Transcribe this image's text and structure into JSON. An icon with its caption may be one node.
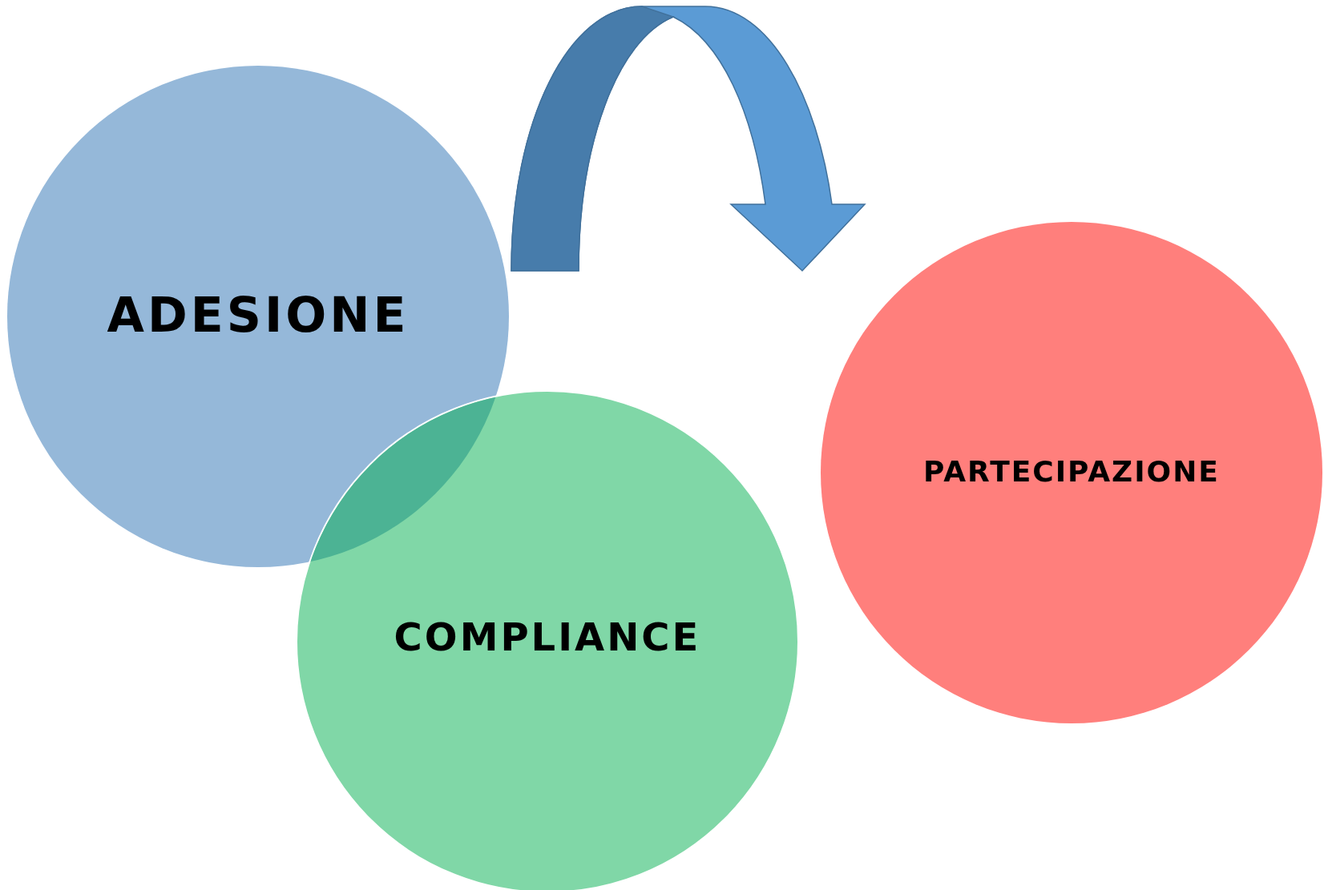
{
  "diagram": {
    "nodes": [
      {
        "text": [
          "ADESIONE"
        ]
      },
      {
        "text": [
          "COMPLIANCE"
        ]
      },
      {
        "text": [
          "PARTECIPAZIONE"
        ]
      }
    ],
    "edges": [
      {
        "from": 0,
        "to": 2,
        "arrow": "to"
      }
    ]
  }
}
